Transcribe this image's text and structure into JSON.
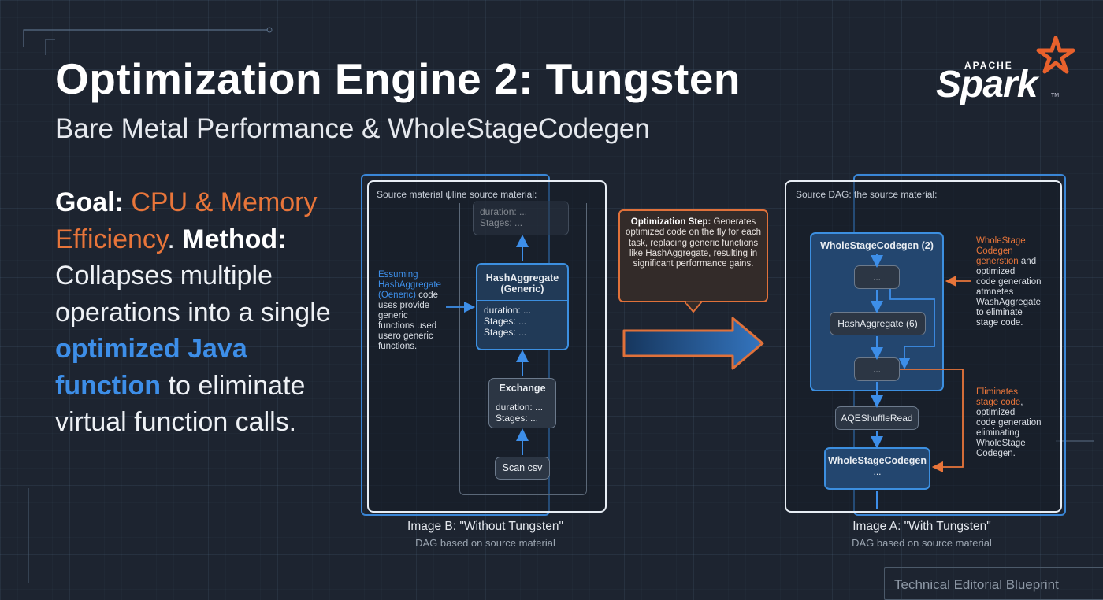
{
  "header": {
    "title": "Optimization Engine 2: Tungsten",
    "subtitle": "Bare Metal Performance & WholeStageCodegen"
  },
  "logo": {
    "apache": "APACHE",
    "spark": "Spark",
    "tm": "TM"
  },
  "description": {
    "goal_label": "Goal:",
    "goal_value": "CPU & Memory Efficiency",
    "period": ".",
    "method_label": "Method:",
    "text1": "Collapses multiple operations into a single",
    "highlight": "optimized Java function",
    "text2": "to eliminate virtual function calls."
  },
  "left_panel": {
    "label": "Source material ψline source material:",
    "faded_node": {
      "line1": "duration: ...",
      "line2": "Stages: ..."
    },
    "hash_node": {
      "title1": "HashAggregate",
      "title2": "(Generic)",
      "line1": "duration: ...",
      "line2": "Stages: ...",
      "line3": "Stages: ..."
    },
    "exchange_node": {
      "title": "Exchange",
      "line1": "duration: ...",
      "line2": "Stages: ..."
    },
    "scan_node": {
      "title": "Scan csv"
    },
    "annotation": {
      "line1": "Essuming",
      "line2": "HashAggregate",
      "line3a": "(Oeneric)",
      "line3b": " code",
      "line4": "uses provide",
      "line5": "generic",
      "line6": "functions used",
      "line7": "usero generic",
      "line8": "functions."
    },
    "caption": "Image B: \"Without Tungsten\"",
    "sub_caption": "DAG based on source material"
  },
  "callout": {
    "bold": "Optimization Step:",
    "text": "Generates optimized code on the fly for each task, replacing generic functions like HashAggregate, resulting in significant performance gains."
  },
  "right_panel": {
    "label": "Source DAG: the source material:",
    "wsc_top": "WholeStageCodegen (2)",
    "dots1": "...",
    "hash_node": "HashAggregate (6)",
    "dots2": "...",
    "shuffle": "AQEShuffleRead",
    "wsc_bottom_title": "WholeStageCodegen",
    "wsc_bottom_dots": "...",
    "annotation_top": {
      "o1": "WholeStage",
      "o2": "Codegen",
      "o3": "generstion",
      "w3": " and",
      "w4": "optimized",
      "w5": "code generation",
      "w6": "atmnetes",
      "w7": "WashAggregate",
      "w8": "to eliminate",
      "w9": "stage code."
    },
    "annotation_bottom": {
      "o1": "Eliminates",
      "o2": "stage code",
      "w2": ",",
      "w3": "optimized",
      "w4": "code generation",
      "w5": "eliminating",
      "w6": "WholeStage",
      "w7": "Codegen."
    },
    "caption": "Image A: \"With Tungsten\"",
    "sub_caption": "DAG based on source material"
  },
  "footer": {
    "label": "Technical Editorial Blueprint"
  },
  "colors": {
    "accent_orange": "#e8753a",
    "accent_blue": "#3d8ee8",
    "background": "#1d2430"
  }
}
